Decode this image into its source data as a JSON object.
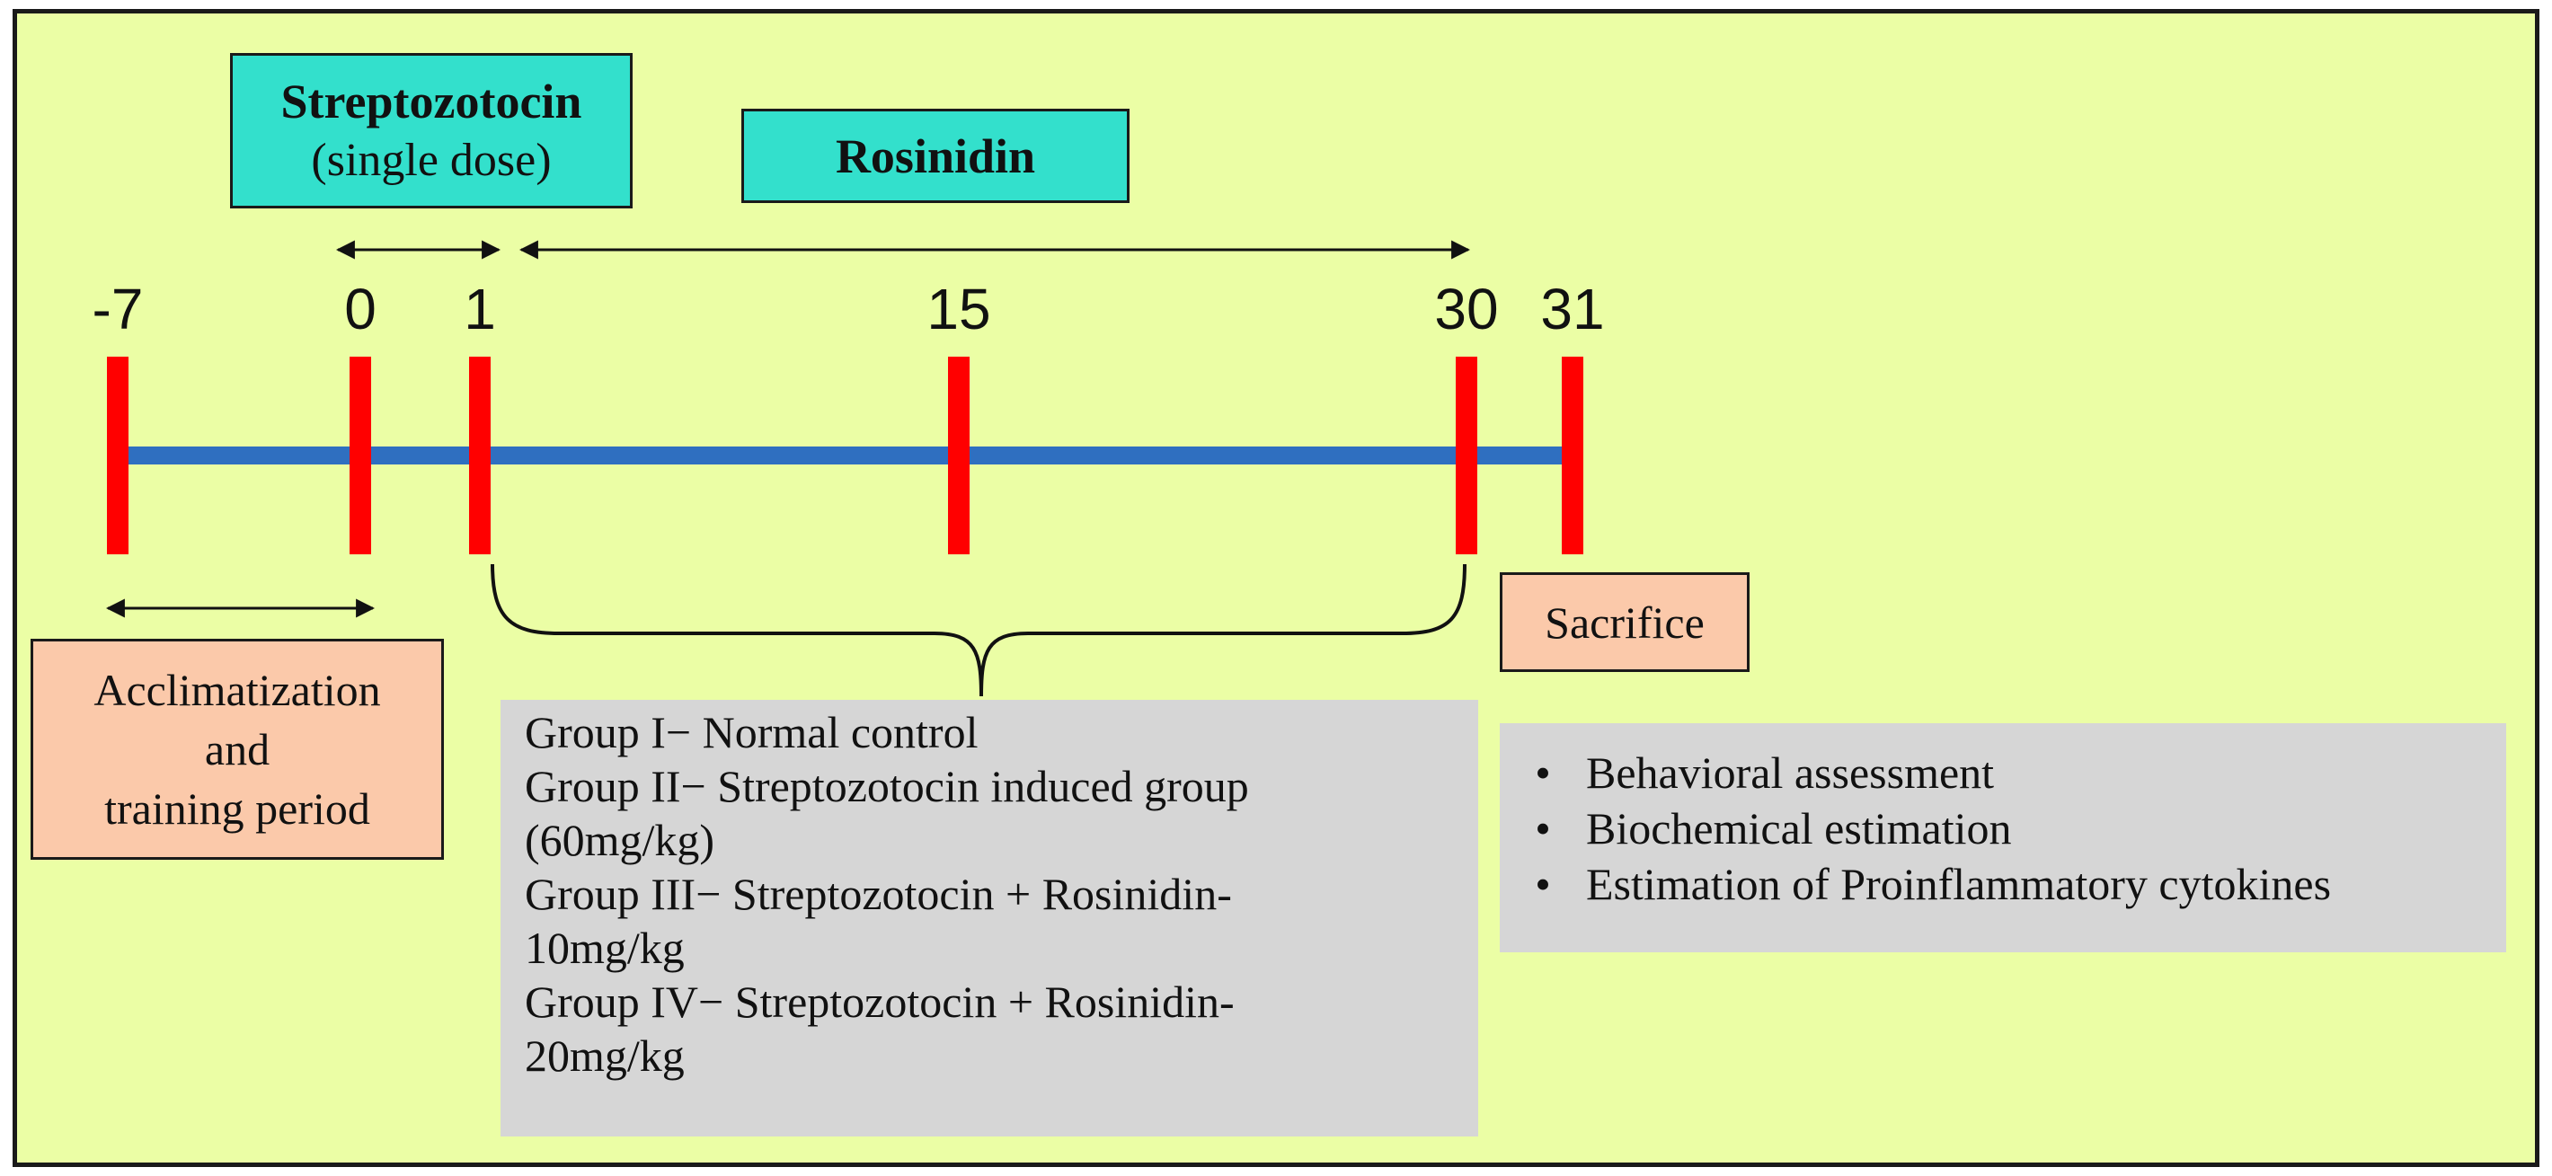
{
  "treatments": {
    "streptozotocin_title": "Streptozotocin",
    "streptozotocin_subtitle": "(single dose)",
    "rosinidin": "Rosinidin"
  },
  "timeline": {
    "ticks": [
      "-7",
      "0",
      "1",
      "15",
      "30",
      "31"
    ]
  },
  "phases": {
    "acclimatization_lines": [
      "Acclimatization",
      "and",
      "training period"
    ],
    "sacrifice": "Sacrifice"
  },
  "groups": [
    "Group I− Normal control",
    "Group II− Streptozotocin induced group",
    "(60mg/kg)",
    "Group III− Streptozotocin + Rosinidin-",
    "10mg/kg",
    "Group IV− Streptozotocin + Rosinidin-",
    "20mg/kg"
  ],
  "assessments": [
    "Behavioral assessment",
    "Biochemical estimation",
    "Estimation of Proinflammatory cytokines"
  ],
  "colors": {
    "background": "#ebfea5",
    "timeline_bar": "#2f6fc0",
    "tick_marker": "#ff0000",
    "treatment_box": "#33e0cc",
    "phase_box": "#fbc9aa",
    "group_box": "#d6d6d6"
  }
}
